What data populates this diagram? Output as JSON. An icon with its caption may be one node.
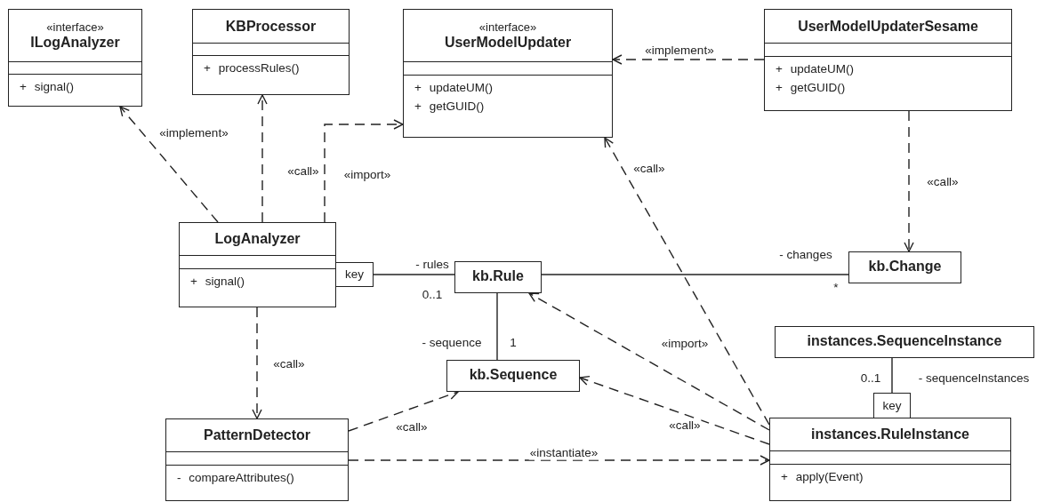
{
  "diagram": {
    "nodes": [
      {
        "text": [
          "«interface»",
          "ILogAnalyzer",
          "+ signal()"
        ]
      },
      {
        "text": [
          "KBProcessor",
          "+ processRules()"
        ]
      },
      {
        "text": [
          "«interface»",
          "UserModelUpdater",
          "+ updateUM()",
          "+ getGUID()"
        ]
      },
      {
        "text": [
          "UserModelUpdaterSesame",
          "+ updateUM()",
          "+ getGUID()"
        ]
      },
      {
        "text": [
          "LogAnalyzer",
          "+ signal()"
        ]
      },
      {
        "text": [
          "key"
        ]
      },
      {
        "text": [
          "kb.Rule"
        ]
      },
      {
        "text": [
          "kb.Change"
        ]
      },
      {
        "text": [
          "kb.Sequence"
        ]
      },
      {
        "text": [
          "instances.SequenceInstance"
        ]
      },
      {
        "text": [
          "key"
        ]
      },
      {
        "text": [
          "PatternDetector",
          "- compareAttributes()"
        ]
      },
      {
        "text": [
          "instances.RuleInstance",
          "+ apply(Event)"
        ]
      }
    ],
    "edges": [
      {
        "from": 4,
        "to": 0,
        "arrow": "to",
        "label": "«implement»",
        "style": "dashed"
      },
      {
        "from": 4,
        "to": 1,
        "arrow": "to",
        "style": "dashed"
      },
      {
        "from": 4,
        "to": 2,
        "arrow": "to",
        "label": "«call»",
        "style": "dashed"
      },
      {
        "from": 3,
        "to": 2,
        "arrow": "to",
        "label": "«implement»",
        "style": "dashed"
      },
      {
        "from": 3,
        "to": 7,
        "arrow": "to",
        "label": "«call»",
        "style": "dashed"
      },
      {
        "from": 5,
        "to": 6,
        "arrow": "none"
      },
      {
        "from": 6,
        "to": 7,
        "arrow": "none"
      },
      {
        "from": 6,
        "to": 8,
        "arrow": "none"
      },
      {
        "from": 9,
        "to": 10,
        "arrow": "none"
      },
      {
        "from": 4,
        "to": 11,
        "arrow": "to",
        "label": "«call»",
        "style": "dashed"
      },
      {
        "from": 11,
        "to": 8,
        "arrow": "to",
        "label": "«call»",
        "style": "dashed"
      },
      {
        "from": 11,
        "to": 12,
        "arrow": "to",
        "label": "«instantiate»",
        "style": "dashed"
      },
      {
        "from": 12,
        "to": 2,
        "arrow": "to",
        "label": "«call»",
        "style": "dashed"
      },
      {
        "from": 12,
        "to": 6,
        "arrow": "to",
        "label": "«import»",
        "style": "dashed"
      },
      {
        "from": 12,
        "to": 8,
        "arrow": "to",
        "label": "«call»",
        "style": "dashed"
      }
    ],
    "labels": [
      "«import»",
      "- rules",
      "0..1",
      "- changes",
      "*",
      "- sequence",
      "1",
      "0..1",
      "- sequenceInstances"
    ]
  }
}
